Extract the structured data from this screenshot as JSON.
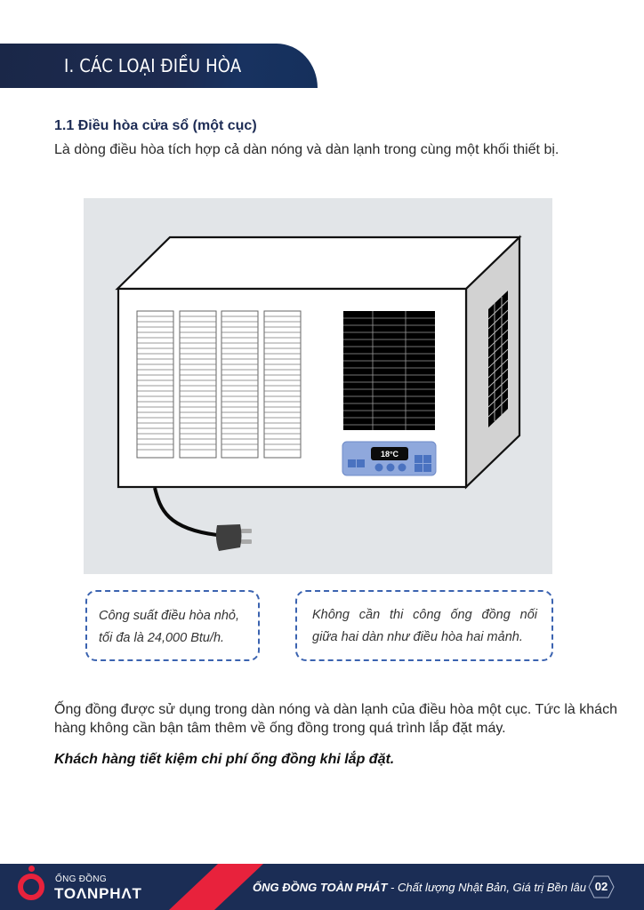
{
  "header": {
    "title": "I. CÁC LOẠI ĐIỀU HÒA",
    "banner_color": "#1b2a50"
  },
  "section": {
    "heading": "1.1 Điều hòa cửa sổ (một cục)",
    "intro": "Là dòng điều hòa tích hợp cả dàn nóng và dàn lạnh trong cùng một khối thiết bị."
  },
  "illustration": {
    "subject": "window-air-conditioner",
    "display_temperature": "18°C",
    "background_color": "#e2e5e8",
    "panel_color": "#8fa8dc",
    "button_color": "#4a72c0"
  },
  "notes": [
    {
      "line1": "Công suất điều hòa nhỏ,",
      "line2": "tối đa là 24,000 Btu/h."
    },
    {
      "line1": "Không cần thi công ống đồng nối",
      "line2": "giữa hai dàn như điều hòa hai mảnh."
    }
  ],
  "body": {
    "paragraph": "Ống đồng được sử dụng trong dàn nóng và dàn lạnh của điều hòa một cục. Tức là khách hàng không cần bận tâm thêm về ống đồng trong quá trình lắp đặt máy.",
    "highlight": "Khách hàng tiết kiệm chi phí ống đồng khi lắp đặt."
  },
  "footer": {
    "logo_small": "ỐNG ĐỒNG",
    "logo_big": "TOΛNPHΛT",
    "tagline_brand": "ỐNG ĐỒNG TOÀN PHÁT",
    "tagline_rest": " - Chất lượng Nhật Bản, Giá trị Bền lâu",
    "page_number": "02",
    "background_color": "#1b2d55",
    "accent_color": "#e8223c"
  }
}
